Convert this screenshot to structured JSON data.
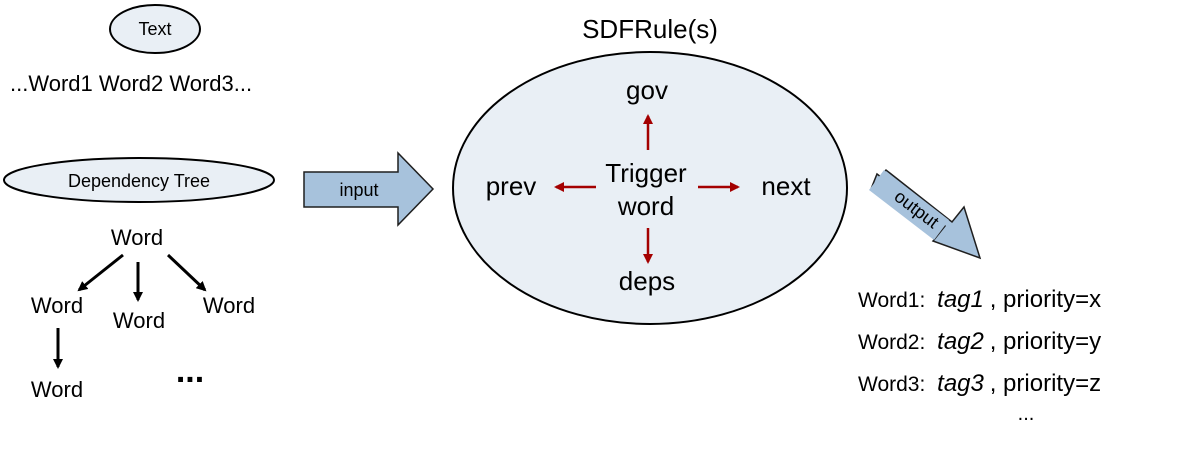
{
  "colors": {
    "oval_fill": "#e9eff5",
    "oval_stroke": "#000000",
    "arrow_fill": "#a7c2dc",
    "arrow_stroke": "#1f1f1f",
    "red_arrow": "#a40000",
    "black": "#000000"
  },
  "text_block": {
    "oval_label": "Text",
    "word_sequence": "...Word1 Word2 Word3..."
  },
  "dependency_tree": {
    "oval_label": "Dependency Tree",
    "root": "Word",
    "child_left": "Word",
    "child_middle": "Word",
    "child_right": "Word",
    "grandchild": "Word",
    "ellipsis": "..."
  },
  "input_arrow": {
    "label": "input"
  },
  "rule_block": {
    "title": "SDFRule(s)",
    "center_line1": "Trigger",
    "center_line2": "word",
    "gov": "gov",
    "prev": "prev",
    "next": "next",
    "deps": "deps"
  },
  "output_arrow": {
    "label": "output"
  },
  "output_list": {
    "rows": [
      {
        "word": "Word1:",
        "tag": "tag1",
        "rest": ", priority=x"
      },
      {
        "word": "Word2:",
        "tag": "tag2",
        "rest": ", priority=y"
      },
      {
        "word": "Word3:",
        "tag": "tag3",
        "rest": ", priority=z"
      }
    ],
    "ellipsis": "..."
  }
}
